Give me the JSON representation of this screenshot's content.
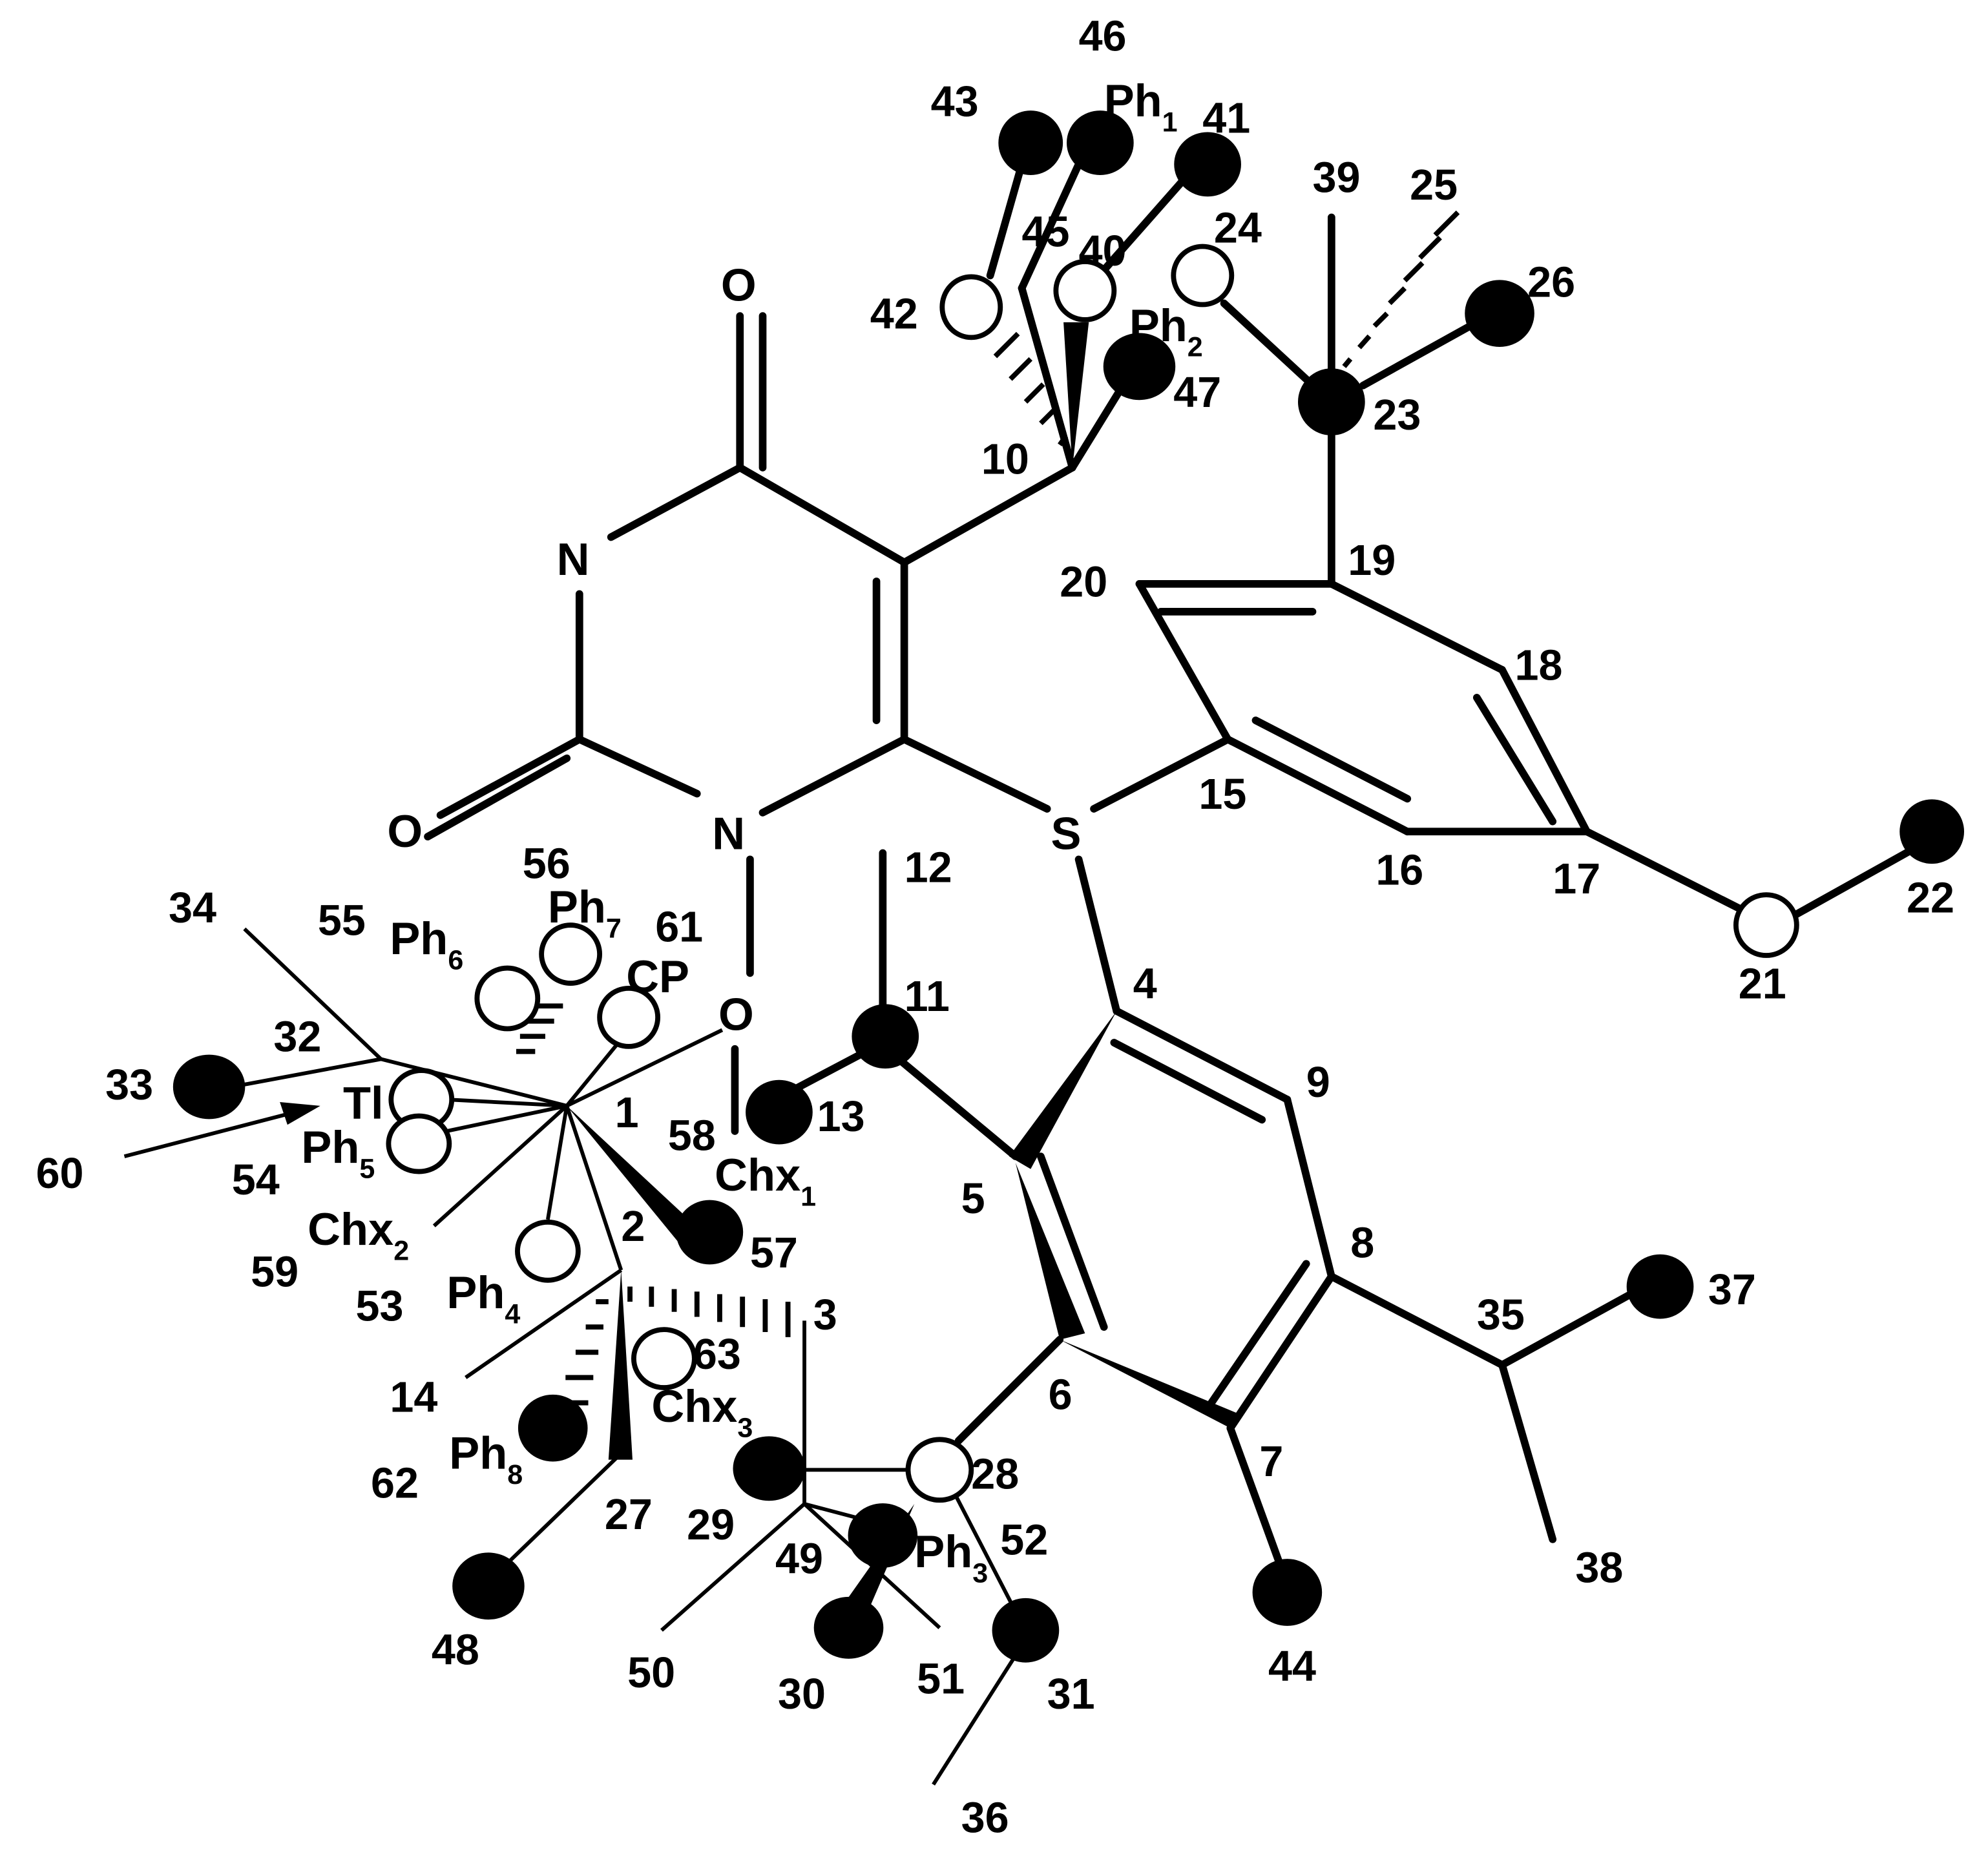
{
  "labels": {
    "O_top": "O",
    "N_left": "N",
    "O_left": "O",
    "N_mid": "N",
    "O_mid": "O",
    "S": "S",
    "c10": "10",
    "c11": "11",
    "c12": "12",
    "c13": "13",
    "c15": "15",
    "c16": "16",
    "c17": "17",
    "c18": "18",
    "c19": "19",
    "c20": "20",
    "c21": "21",
    "c22": "22",
    "c23": "23",
    "c24": "24",
    "c25": "25",
    "c26": "26",
    "c39": "39",
    "c40": "40",
    "c41": "41",
    "c42": "42",
    "c43": "43",
    "c45": "45",
    "c46": "46",
    "c47": "47",
    "ph1": "Ph",
    "ph1_sub": "1",
    "ph2": "Ph",
    "ph2_sub": "2",
    "c4": "4",
    "c5": "5",
    "c6": "6",
    "c7": "7",
    "c8": "8",
    "c9": "9",
    "c35": "35",
    "c37": "37",
    "c38": "38",
    "c44": "44",
    "c1": "1",
    "c2": "2",
    "c3": "3",
    "c14": "14",
    "c27": "27",
    "c28": "28",
    "c29": "29",
    "c30": "30",
    "c31": "31",
    "c32": "32",
    "c33": "33",
    "c34": "34",
    "c36": "36",
    "c48": "48",
    "c49": "49",
    "c50": "50",
    "c51": "51",
    "c52": "52",
    "c53": "53",
    "c54": "54",
    "c55": "55",
    "c56": "56",
    "c57": "57",
    "c58": "58",
    "c59": "59",
    "c60": "60",
    "c61": "61",
    "c62": "62",
    "c63": "63",
    "cp": "CP",
    "tl": "Tl",
    "ph3": "Ph",
    "ph3_sub": "3",
    "ph4": "Ph",
    "ph4_sub": "4",
    "ph5": "Ph",
    "ph5_sub": "5",
    "ph6": "Ph",
    "ph6_sub": "6",
    "ph7": "Ph",
    "ph7_sub": "7",
    "ph8": "Ph",
    "ph8_sub": "8",
    "chx1": "Chx",
    "chx1_sub": "1",
    "chx2": "Chx",
    "chx2_sub": "2",
    "chx3": "Chx",
    "chx3_sub": "3"
  },
  "atom_fill": {
    "filled": "#000000",
    "open": "#ffffff"
  }
}
